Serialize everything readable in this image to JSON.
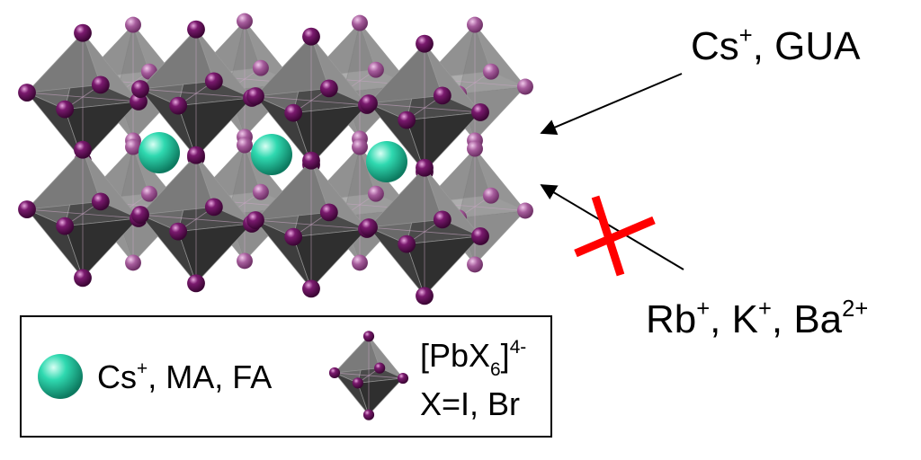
{
  "colors": {
    "octahedron_light": "#8f8f8f",
    "octahedron_dark": "#4a4a4a",
    "halide_atom": "#7a1a6e",
    "a_site_cation": "#2fd9b0",
    "arrow": "#000000",
    "cross": "#ff0000"
  },
  "labels": {
    "allowed_cation": {
      "text": "Cs",
      "sup": "+",
      "rest": ", GUA"
    },
    "rejected_cations": [
      {
        "text": "Rb",
        "sup": "+",
        "rest": ", "
      },
      {
        "text": "K",
        "sup": "+",
        "rest": ", "
      },
      {
        "text": "Ba",
        "sup": "2+",
        "rest": ""
      }
    ]
  },
  "legend": {
    "cation_label": {
      "text": "Cs",
      "sup": "+",
      "rest": ", MA, FA"
    },
    "octahedron_formula": {
      "open": "[PbX",
      "sub": "6",
      "close": "]",
      "sup": "4-"
    },
    "octahedron_note": "X=I, Br"
  },
  "icons": {
    "cation": "cation-sphere-icon",
    "octahedron": "pbx6-octahedron-icon",
    "rejected": "red-cross-icon"
  }
}
